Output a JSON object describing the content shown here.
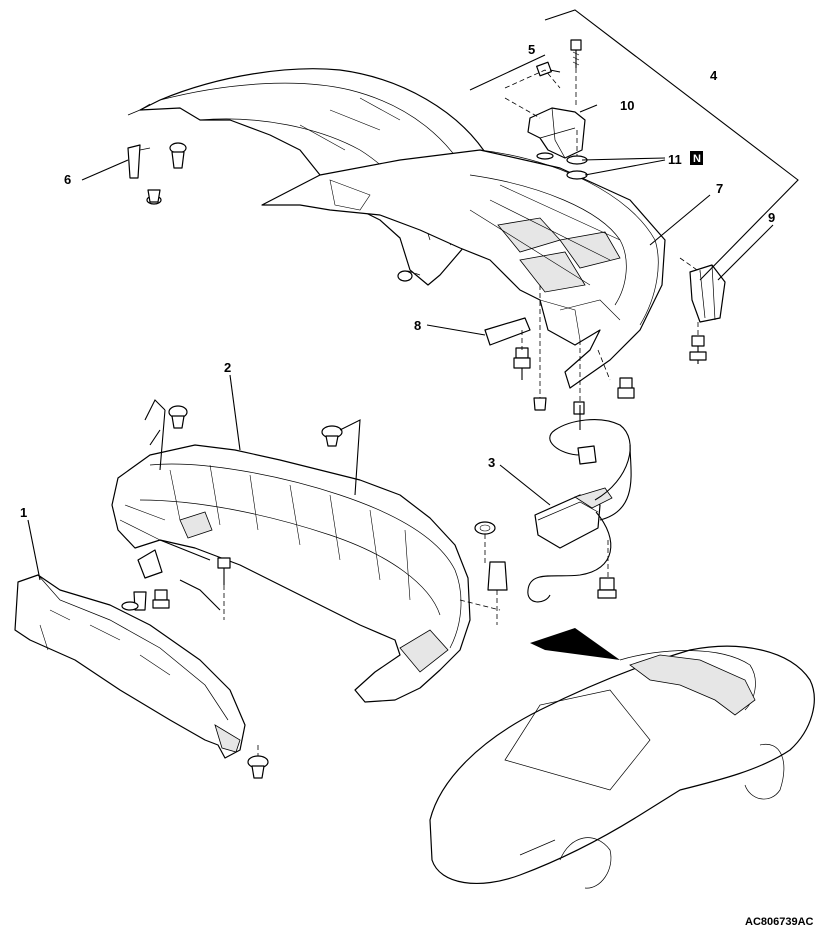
{
  "callouts": {
    "c1": "1",
    "c2": "2",
    "c3": "3",
    "c4": "4",
    "c5": "5",
    "c6": "6",
    "c7": "7",
    "c8": "8",
    "c9": "9",
    "c10": "10",
    "c11": "11"
  },
  "new_part_badge": "N",
  "figure_id": "AC806739AC"
}
